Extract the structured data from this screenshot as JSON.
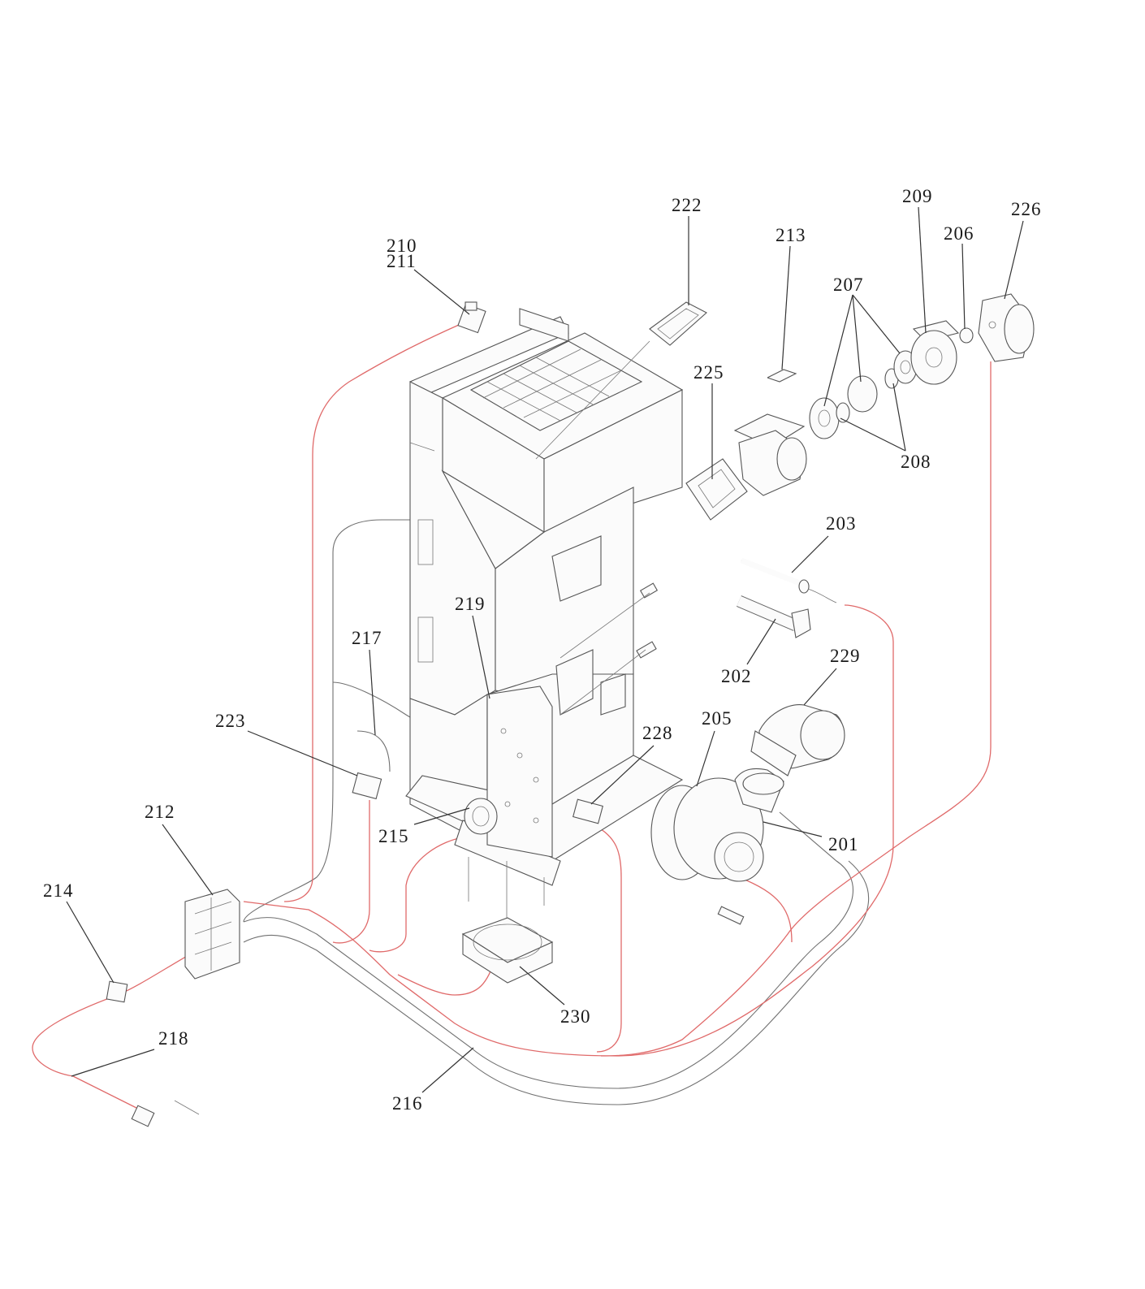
{
  "labels": [
    "201",
    "202",
    "203",
    "205",
    "206",
    "207",
    "208",
    "209",
    "210",
    "211",
    "212",
    "213",
    "214",
    "215",
    "216",
    "217",
    "218",
    "219",
    "222",
    "223",
    "225",
    "226",
    "228",
    "229",
    "230"
  ],
  "colors": {
    "wire_red": "#e06a6a",
    "wire_gray": "#707070",
    "line": "#333333"
  }
}
